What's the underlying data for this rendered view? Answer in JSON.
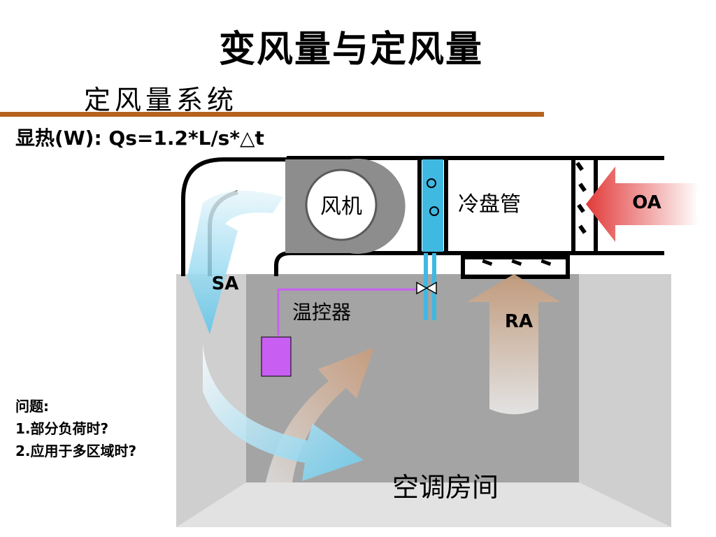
{
  "slide": {
    "title": "变风量与定风量",
    "subtitle": "定风量系统",
    "formula": "显热(W): Qs=1.2*L/s*△t",
    "questions": {
      "heading": "问题:",
      "items": [
        "1.部分负荷时?",
        "2.应用于多区域时?"
      ]
    }
  },
  "diagram": {
    "labels": {
      "fan": "风机",
      "coil": "冷盘管",
      "outside_air": "OA",
      "supply_air": "SA",
      "return_air": "RA",
      "thermostat": "温控器",
      "room": "空调房间"
    },
    "colors": {
      "duct": "#000000",
      "room_wall": "#d8d8d8",
      "room_back": "#a3a3a3",
      "coil_water": "#3fb8e0",
      "supply_arrow": "#7fd3ee",
      "return_arrow": "#c9a284",
      "outside_arrow": "#e04040",
      "thermostat": "#c95ff2",
      "rule": "#b5631f"
    }
  }
}
